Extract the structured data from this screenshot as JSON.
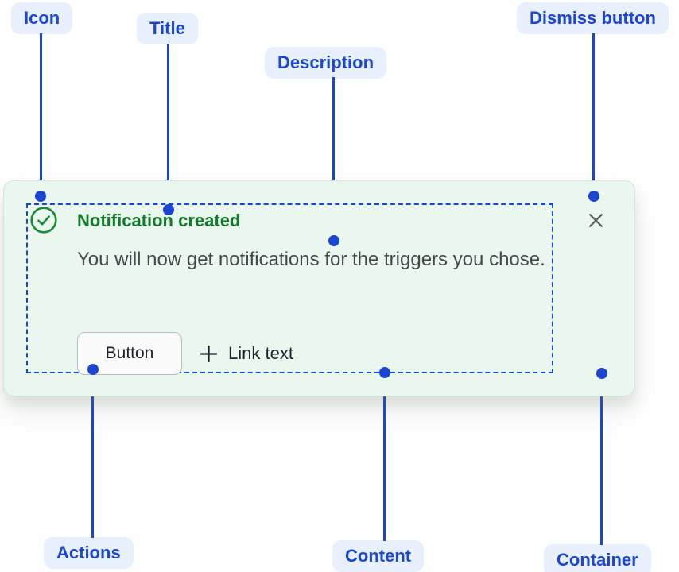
{
  "colors": {
    "accent_blue": "#1a46d2",
    "label_bg": "#e8effd",
    "card_bg": "#e9f7ee",
    "card_border": "#cfe8d8",
    "success_green": "#137a2b",
    "icon_green": "#1a8a36",
    "text_primary": "#1d2228",
    "text_secondary": "#44474b",
    "dismiss_gray": "#5a5e63",
    "button_bg": "#fbfbfb",
    "button_border": "#b8bcc0"
  },
  "callouts": {
    "icon": "Icon",
    "title": "Title",
    "description": "Description",
    "dismiss_button": "Dismiss button",
    "actions": "Actions",
    "content": "Content",
    "container": "Container"
  },
  "notification": {
    "title": "Notification created",
    "description": "You will now get notifications for the triggers you chose.",
    "button_label": "Button",
    "link_label": "Link text",
    "icons": {
      "status": "check-circle-icon",
      "link_prefix": "plus-icon",
      "dismiss": "close-icon"
    }
  }
}
